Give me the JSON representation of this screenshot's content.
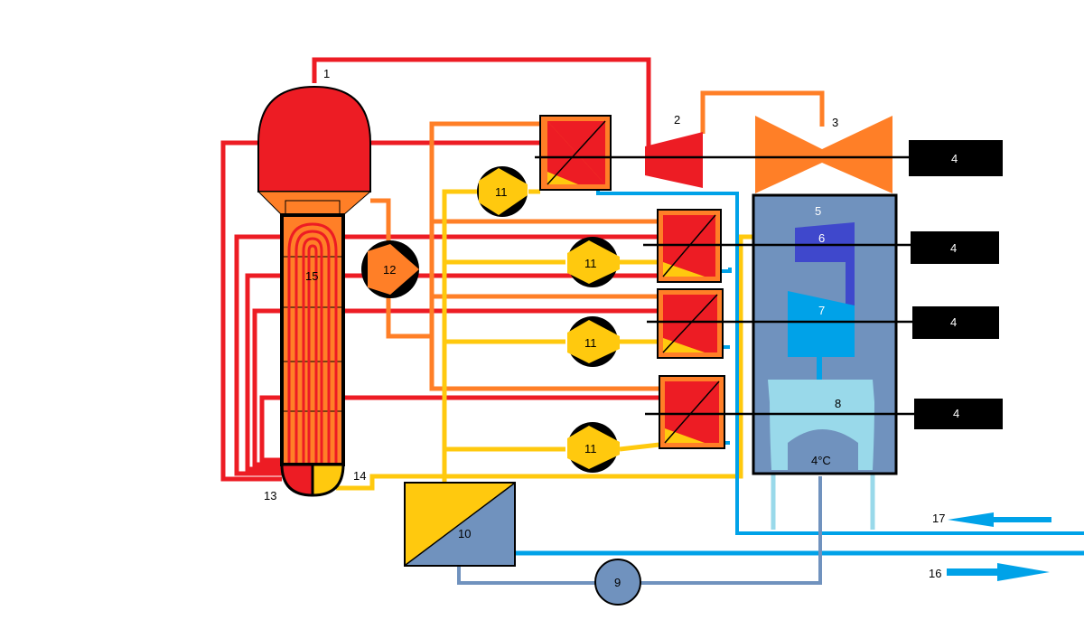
{
  "labels": {
    "reactor_steam_line": "1",
    "hp_turbine": "2",
    "lp_turbine": "3",
    "generator": "4",
    "cooling_tower": "5",
    "stage_6": "6",
    "stage_7": "7",
    "stage_8": "8",
    "pump_9": "9",
    "heat_exchanger_10": "10",
    "pump_11": "11",
    "pump_12": "12",
    "reactor_bottom": "13",
    "feed_line": "14",
    "reactor_core": "15",
    "outflow": "17",
    "inflow": "16",
    "temperature": "4°C"
  },
  "colors": {
    "red": "#ed1c24",
    "orange": "#ff7f27",
    "yellow": "#ffc90e",
    "blue": "#00a2e8",
    "steel_blue": "#7092be",
    "dark_blue": "#3f48cc",
    "light_blue": "#99d9ea",
    "black": "#000000"
  }
}
